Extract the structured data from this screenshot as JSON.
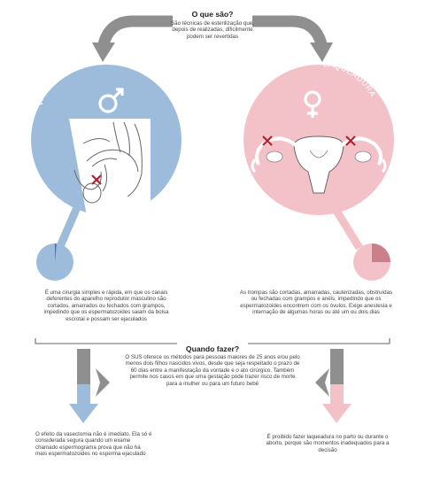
{
  "center_top": {
    "title": "O que são?",
    "text": "São técnicas de esterilização que, depois de realizadas, dificilmente podem ser revertidas"
  },
  "vasectomia": {
    "label": "VASECTOMIA",
    "symbol": "♂",
    "description": "É uma cirurgia simples e rápida, em que os canais deferentes do aparelho reprodutor masculino são cortados, amarrados ou fechados com grampos, impedindo que os espermatozoides saiam da bolsa escrotal e possam ser ejaculados",
    "note": "O efeito da vasectomia não é imediato. Ela só é considerada segura quando um exame chamado espermograma prova que não há mais espermatozoides no esperma ejaculado"
  },
  "laqueadura": {
    "label": "LAQUEADURA",
    "symbol": "♀",
    "description": "As trompas são cortadas, amarradas, cauterizadas, obstruídas ou fechadas com grampos e anéis, impedindo que os espermatozoides encontrem com os óvulos. Exige anestesia e internação de algumas horas ou até um ou dois dias",
    "note": "É proibido fazer laqueadura no parto ou durante o aborto, porque são momentos inadequados para a decisão"
  },
  "center_bottom": {
    "title": "Quando fazer?",
    "text": "O SUS oferece os métodos para pessoas maiores de 25 anos e/ou pelo menos dois filhos nascidos vivos, desde que seja respeitado o prazo de 60 dias entre a manifestação da vontade e o ato cirúrgico. Também permite nos casos em que uma gestação pode trazer risco de morte para a mulher ou para um futuro bebê"
  },
  "colors": {
    "blue": "#9dbcdc",
    "blue_dark": "#6f95c2",
    "pink": "#f3c2c9",
    "pink_dark": "#c98088",
    "gray": "#8f8f8f",
    "mark": "#b51f2e"
  },
  "icons": [
    "curved-arrow-left-icon",
    "curved-arrow-right-icon",
    "male-symbol-icon",
    "female-symbol-icon",
    "cut-mark-icon",
    "down-arrow-icon"
  ]
}
